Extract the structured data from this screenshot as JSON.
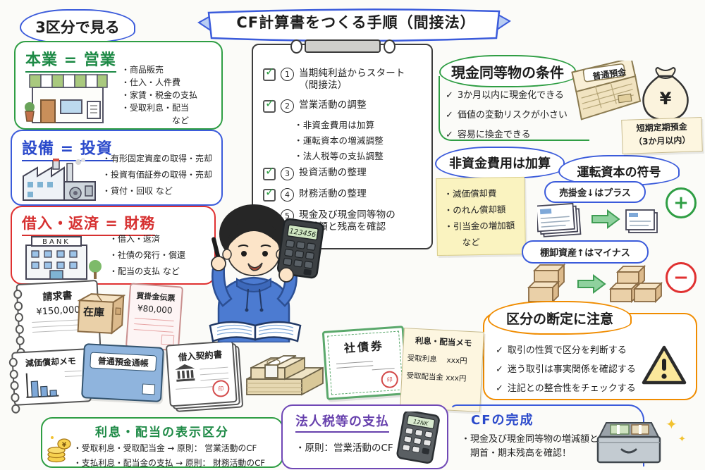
{
  "banner": {
    "title": "CF計算書をつくる手順（間接法）"
  },
  "overview": {
    "label": "3区分で見る"
  },
  "categories": {
    "sales": {
      "title": "本業 = 営業",
      "items": "・商品販売\n・仕入・人件費\n・家賃・税金の支払\n・受取利息・配当\n　　　　　　など"
    },
    "invest": {
      "title": "設備 = 投資",
      "items": "・有形固定資産の取得・売却\n・投資有価証券の取得・売却\n・貸付・回収 など"
    },
    "finance": {
      "title": "借入・返済 = 財務",
      "items": "・借入・返済\n・社債の発行・償還\n・配当の支払 など",
      "bank_sign": "BANK"
    }
  },
  "checklist": {
    "check": "✓",
    "items": [
      {
        "num": "1",
        "text": "当期純利益からスタート（間接法）"
      },
      {
        "num": "2",
        "text": "営業活動の調整"
      },
      {
        "num": "3",
        "text": "投資活動の整理"
      },
      {
        "num": "4",
        "text": "財務活動の整理"
      },
      {
        "num": "5",
        "text": "現金及び現金同等物の\n増減額と残高を確認"
      }
    ],
    "subs": [
      "・非資金費用は加算",
      "・運転資本の増減調整",
      "・法人税等の支払調整"
    ]
  },
  "cash_equivalents": {
    "title": "現金同等物の条件",
    "check": "✓",
    "items": [
      "3か月以内に現金化できる",
      "価値の変動リスクが小さい",
      "容易に換金できる"
    ],
    "passbook_label": "普通預金",
    "bag_symbol": "¥",
    "deposit_note": "短期定期預金\n（3か月以内）"
  },
  "noncash": {
    "title": "非資金費用は加算",
    "items": "・減価償却費\n・のれん償却額\n・引当金の増加額\n　　など"
  },
  "working_capital": {
    "title": "運転資本の符号",
    "receivable_label": "売掛金↓はプラス",
    "inventory_label": "棚卸資産↑はマイナス",
    "plus": "+",
    "minus": "−"
  },
  "caution": {
    "title": "区分の断定に注意",
    "check": "✓",
    "items": [
      "取引の性質で区分を判断する",
      "迷う取引は事実関係を確認する",
      "注記との整合性をチェックする"
    ],
    "warning_mark": "!"
  },
  "documents": {
    "invoice": {
      "title": "請求書",
      "amount": "¥150,000"
    },
    "inventory_box": {
      "label": "在庫"
    },
    "payable_slip": {
      "title": "買掛金伝票",
      "amount": "¥80,000"
    },
    "depreciation_memo": {
      "title": "減価償却メモ"
    },
    "passbook": {
      "title": "普通預金通帳"
    },
    "loan_contract": {
      "title": "借入契約書"
    },
    "bond": {
      "title": "社債券"
    },
    "interest_memo": {
      "title": "利息・配当メモ",
      "line1": "受取利息　 xxx円",
      "line2": "受取配当金 xxx円"
    }
  },
  "character": {
    "calc_display": "123456"
  },
  "interest_display": {
    "title": "利息・配当の表示区分",
    "line1": "・受取利息・受取配当金 → 原則： 営業活動のCF",
    "line2": "・支払利息・配当金の支払 → 原則： 財務活動のCF"
  },
  "tax_payment": {
    "title": "法人税等の支払",
    "line": "・原則：営業活動のCF",
    "calc_display": "12NK"
  },
  "completion": {
    "title": "CFの完成",
    "line": "・現金及び現金同等物の増減額と\n　期首・期末残高を確認！"
  }
}
